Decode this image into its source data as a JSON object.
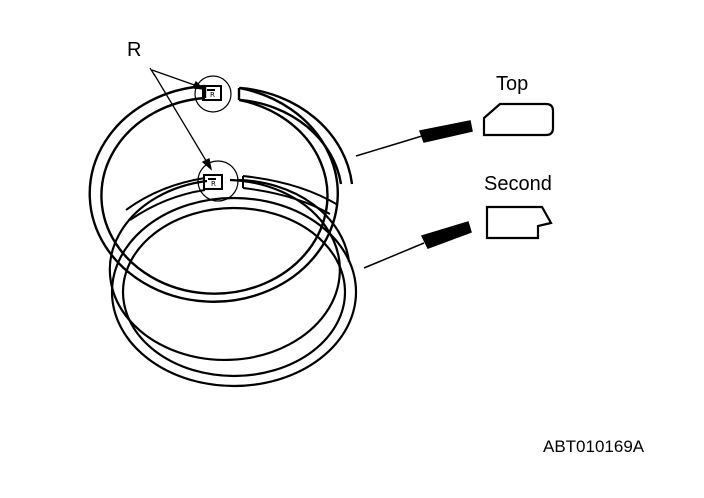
{
  "labels": {
    "r": "R",
    "top": "Top",
    "second": "Second",
    "figure_code": "ABT010169A"
  },
  "colors": {
    "ink": "#000000",
    "paper": "#ffffff"
  }
}
